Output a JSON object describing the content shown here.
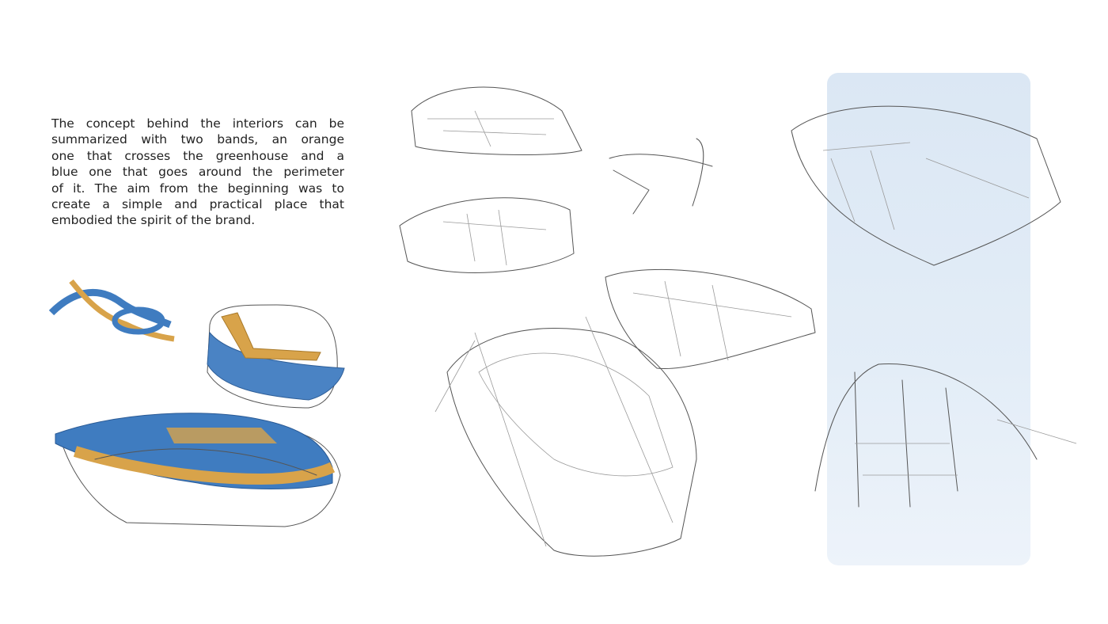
{
  "description": {
    "lines": [
      "The concept behind the interiors can be",
      "summarized with two bands, an orange",
      "one that crosses the greenhouse and a",
      "blue one that goes around the perimeter",
      "of it. The aim from the beginning was to",
      "create a simple and practical place that",
      "embodied the spirit of the brand."
    ]
  },
  "colors": {
    "blue_band": "#3f7cc0",
    "orange_band": "#d8a34a",
    "panel_bg": "#dde9f5",
    "text": "#222222"
  }
}
